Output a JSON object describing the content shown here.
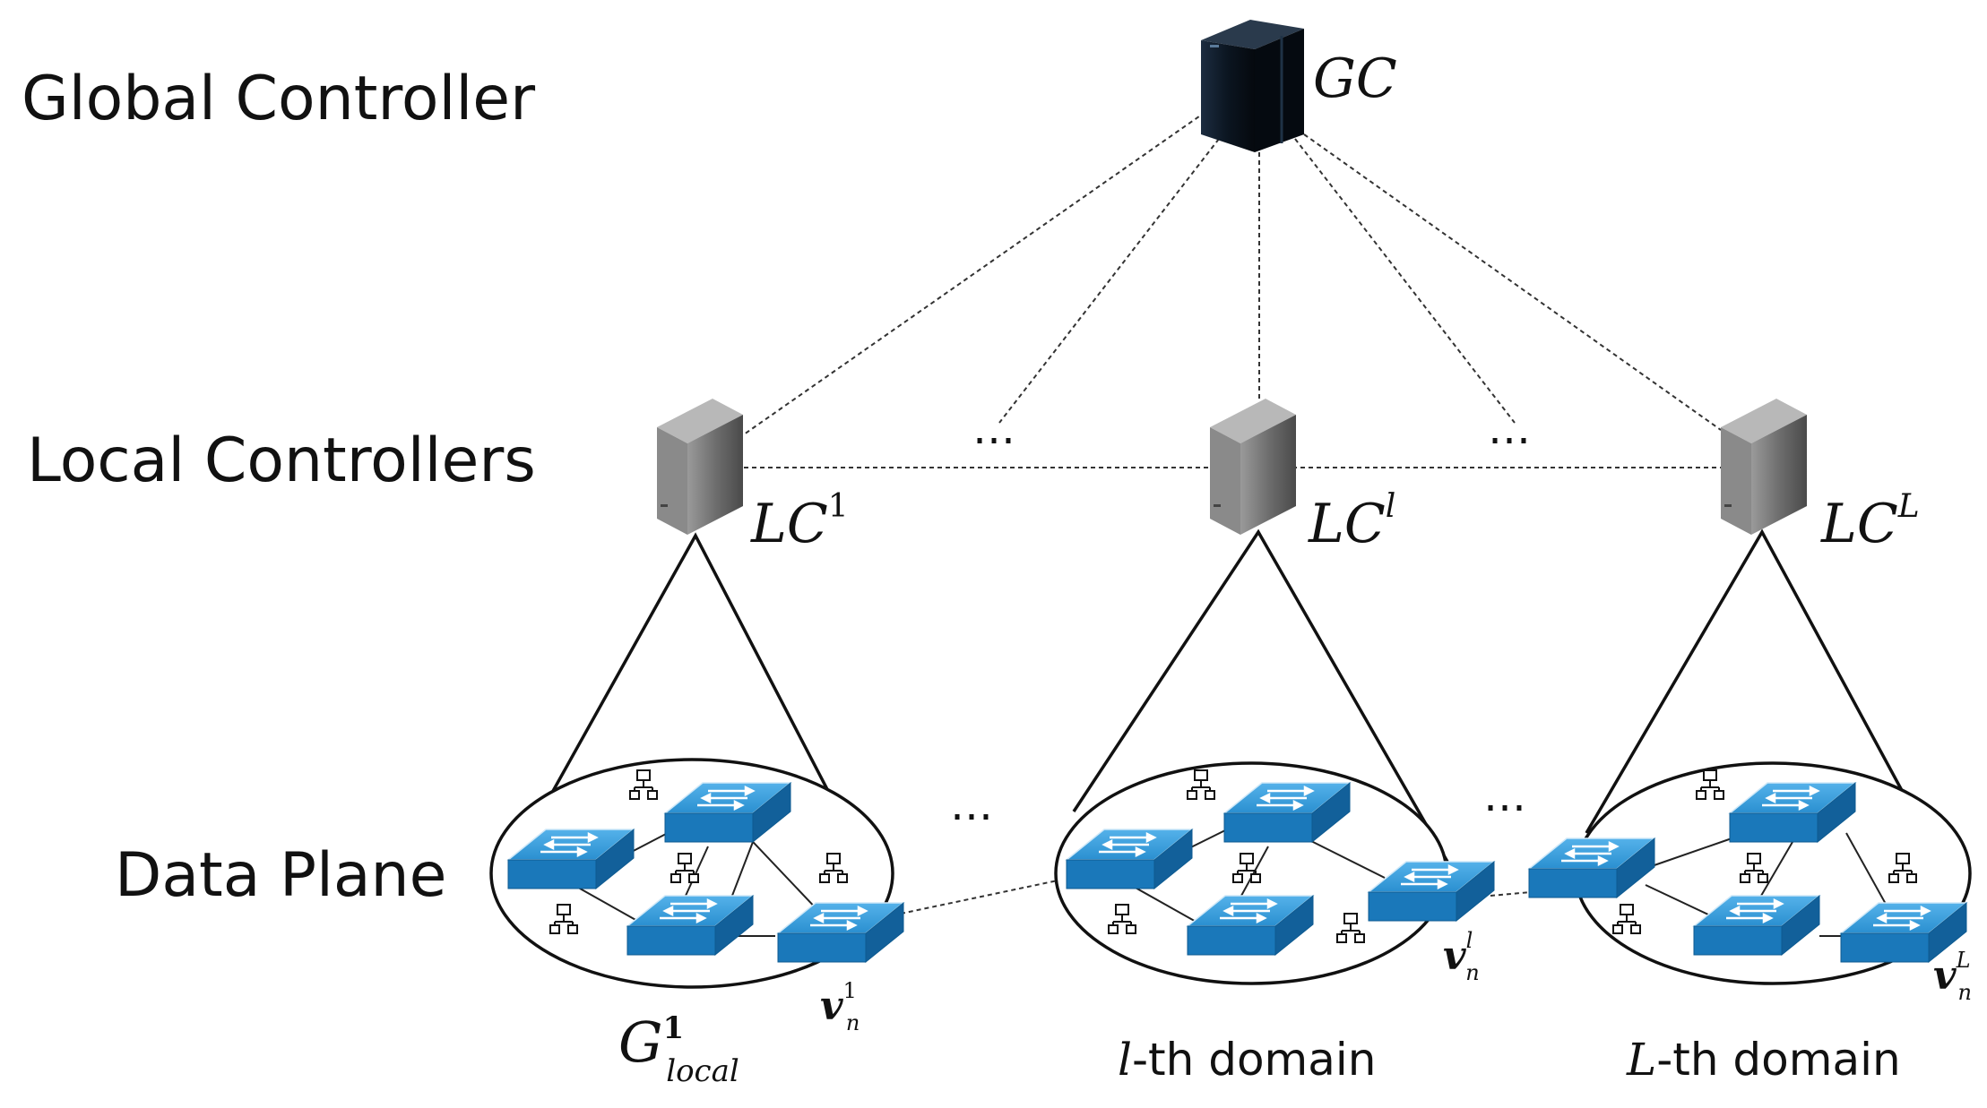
{
  "tiers": {
    "global": "Global Controller",
    "local": "Local Controllers",
    "data": "Data Plane"
  },
  "labels": {
    "gc": "GC",
    "lc1_base": "LC",
    "lc1_sup": "1",
    "lcl_base": "LC",
    "lcl_sup": "l",
    "lcL_base": "LC",
    "lcL_sup": "L",
    "g_base": "G",
    "g_sup": "1",
    "g_sub": "local",
    "v1_base": "v",
    "v1_sup": "1",
    "v1_sub": "n",
    "vl_base": "v",
    "vl_sup": "l",
    "vl_sub": "n",
    "vL_base": "v",
    "vL_sup": "L",
    "vL_sub": "n",
    "ldomain_var": "l",
    "ldomain_rest": "-th domain",
    "Ldomain_var": "L",
    "Ldomain_rest": "-th domain",
    "ellipsis": "…"
  },
  "icons": {
    "server": "server-tower-icon",
    "switch": "network-switch-icon",
    "hosts": "host-cluster-icon"
  },
  "colors": {
    "gc_server": "#0e1a28",
    "lc_server": "#6a6a6a",
    "switch_top": "#3a9ad6",
    "switch_front": "#1670b0"
  }
}
